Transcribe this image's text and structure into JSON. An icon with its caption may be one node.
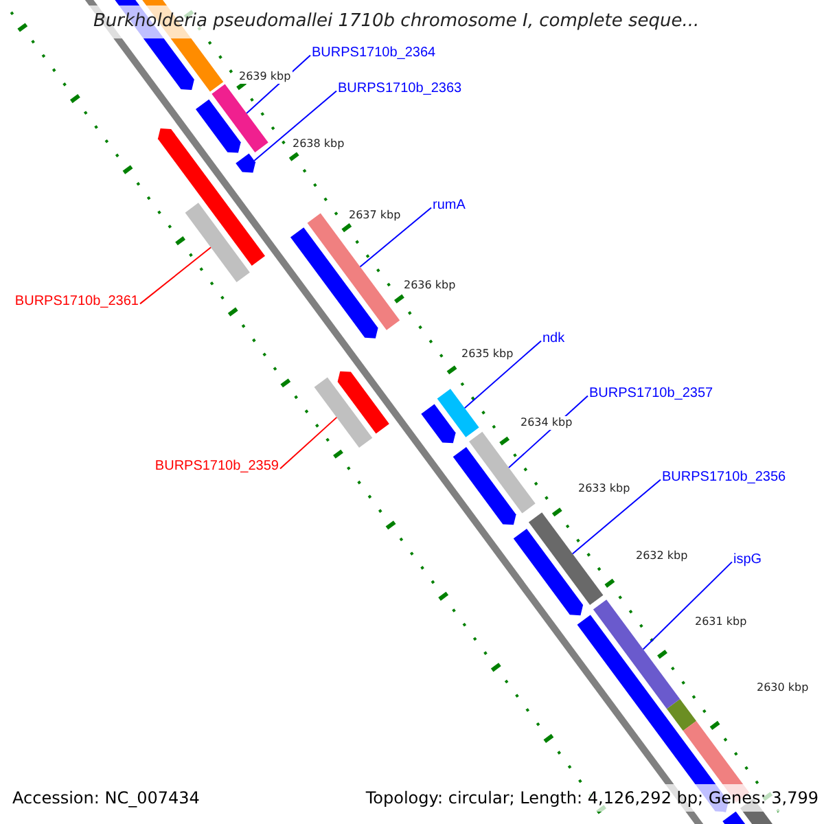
{
  "diagram": {
    "title": "Burkholderia pseudomallei 1710b chromosome I, complete seque...",
    "nodes": [
      {
        "text": [
          "BURPS1710b_2364"
        ]
      },
      {
        "text": [
          "BURPS1710b_2363"
        ]
      },
      {
        "text": [
          "rumA"
        ]
      },
      {
        "text": [
          "BURPS1710b_2361"
        ]
      },
      {
        "text": [
          "ndk"
        ]
      },
      {
        "text": [
          "BURPS1710b_2357"
        ]
      },
      {
        "text": [
          "BURPS1710b_2359"
        ]
      },
      {
        "text": [
          "BURPS1710b_2356"
        ]
      },
      {
        "text": [
          "ispG"
        ]
      },
      {
        "text": [],
        "shape": "bar"
      },
      {
        "text": [],
        "shape": "bar"
      },
      {
        "text": [],
        "shape": "bar"
      },
      {
        "text": [],
        "shape": "bar"
      },
      {
        "text": [],
        "shape": "bar"
      },
      {
        "text": [],
        "shape": "bar"
      },
      {
        "text": [],
        "shape": "bar"
      },
      {
        "text": [],
        "shape": "bar"
      },
      {
        "text": [],
        "shape": "bar"
      },
      {
        "text": [],
        "shape": "bar"
      }
    ],
    "edges": [
      {
        "from": 0,
        "to": 9,
        "arrow": "none"
      },
      {
        "from": 1,
        "to": 10,
        "arrow": "none"
      },
      {
        "from": 2,
        "to": 13,
        "arrow": "none"
      },
      {
        "from": 3,
        "to": 11,
        "arrow": "none",
        "color": "#ff0000"
      },
      {
        "from": 4,
        "to": 15,
        "arrow": "none"
      },
      {
        "from": 5,
        "to": 16,
        "arrow": "none"
      },
      {
        "from": 6,
        "to": 14,
        "arrow": "none",
        "color": "#ff0000"
      },
      {
        "from": 7,
        "to": 17,
        "arrow": "none"
      },
      {
        "from": 8,
        "to": 18,
        "arrow": "none"
      }
    ],
    "labels": [
      "2639 kbp",
      "2638 kbp",
      "2637 kbp",
      "2636 kbp",
      "2635 kbp",
      "2634 kbp",
      "2633 kbp",
      "2632 kbp",
      "2631 kbp",
      "2630 kbp",
      "Accession: NC_007434",
      "Topology: circular; Length: 4,126,292 bp; Genes: 3,799"
    ]
  }
}
